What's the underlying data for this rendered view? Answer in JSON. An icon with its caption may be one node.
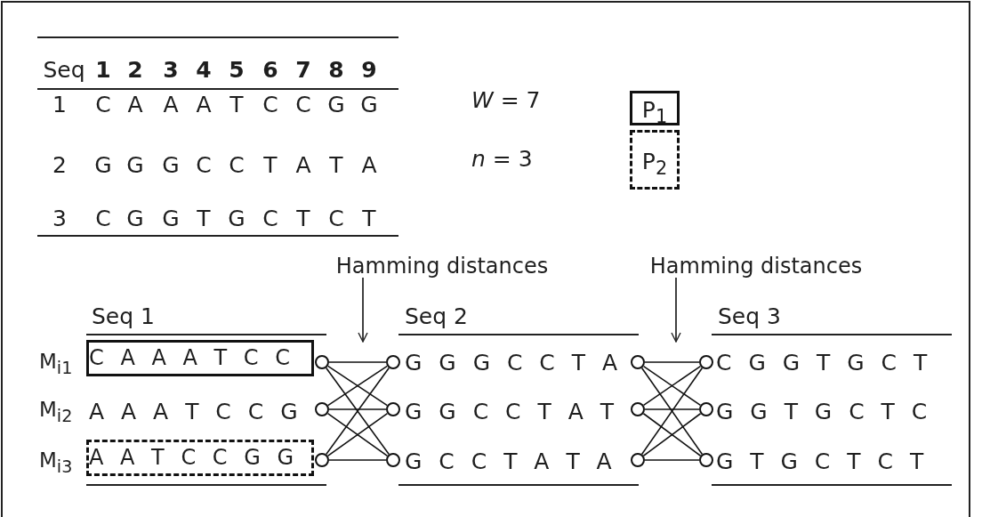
{
  "diagram": {
    "nodes": [
      {
        "text": [
          "P$_{1}$"
        ]
      },
      {
        "text": [
          "P$_{2}$"
        ]
      },
      {
        "text": [
          "Hamming distances"
        ]
      },
      {
        "text": [
          "Hamming distances"
        ]
      },
      {
        "text": [
          "C A A A T C C"
        ]
      },
      {
        "text": [],
        "shape": "circle"
      },
      {
        "text": [],
        "shape": "circle"
      },
      {
        "text": [],
        "shape": "circle"
      },
      {
        "text": [],
        "shape": "circle"
      },
      {
        "text": [],
        "shape": "circle"
      },
      {
        "text": [],
        "shape": "circle"
      },
      {
        "text": [],
        "shape": "circle"
      },
      {
        "text": [],
        "shape": "circle"
      },
      {
        "text": [
          "A A T C C G G"
        ]
      },
      {
        "text": [],
        "shape": "circle"
      },
      {
        "text": [],
        "shape": "circle"
      },
      {
        "text": [],
        "shape": "circle"
      },
      {
        "text": [],
        "shape": "circle"
      }
    ],
    "edges": [
      {
        "from": 5,
        "to": 6,
        "arrow": "none"
      },
      {
        "from": 5,
        "to": 10,
        "arrow": "none"
      },
      {
        "from": 5,
        "to": 15,
        "arrow": "none"
      },
      {
        "from": 9,
        "to": 6,
        "arrow": "none"
      },
      {
        "from": 9,
        "to": 10,
        "arrow": "none"
      },
      {
        "from": 9,
        "to": 15,
        "arrow": "none"
      },
      {
        "from": 14,
        "to": 6,
        "arrow": "none"
      },
      {
        "from": 14,
        "to": 10,
        "arrow": "none"
      },
      {
        "from": 14,
        "to": 15,
        "arrow": "none"
      },
      {
        "from": 7,
        "to": 8,
        "arrow": "none"
      },
      {
        "from": 7,
        "to": 12,
        "arrow": "none"
      },
      {
        "from": 7,
        "to": 17,
        "arrow": "none"
      },
      {
        "from": 11,
        "to": 8,
        "arrow": "none"
      },
      {
        "from": 11,
        "to": 12,
        "arrow": "none"
      },
      {
        "from": 11,
        "to": 17,
        "arrow": "none"
      },
      {
        "from": 16,
        "to": 8,
        "arrow": "none"
      },
      {
        "from": 16,
        "to": 12,
        "arrow": "none"
      },
      {
        "from": 16,
        "to": 17,
        "arrow": "none"
      },
      {
        "from": 2,
        "to": null,
        "arrow": "to"
      },
      {
        "from": 3,
        "to": null,
        "arrow": "to"
      }
    ],
    "labels": [
      "Seq",
      "1",
      "2",
      "3",
      "4",
      "5",
      "6",
      "7",
      "8",
      "9",
      "1",
      "C",
      "A",
      "A",
      "A",
      "T",
      "C",
      "C",
      "G",
      "G",
      "2",
      "G",
      "G",
      "G",
      "C",
      "C",
      "T",
      "A",
      "T",
      "A",
      "3",
      "C",
      "G",
      "G",
      "T",
      "G",
      "C",
      "T",
      "C",
      "T",
      "*W* = 7",
      "*n* = 3",
      "Seq 1",
      "Seq 2",
      "Seq 3",
      "M$_{i1}$",
      "G G G C C T A",
      "C G G T G C T",
      "M$_{i2}$",
      "A A A T C C G",
      "G G C C T A T",
      "G G T G C T C",
      "M$_{i3}$",
      "G C C T A T A",
      "G T G C T C T"
    ]
  }
}
